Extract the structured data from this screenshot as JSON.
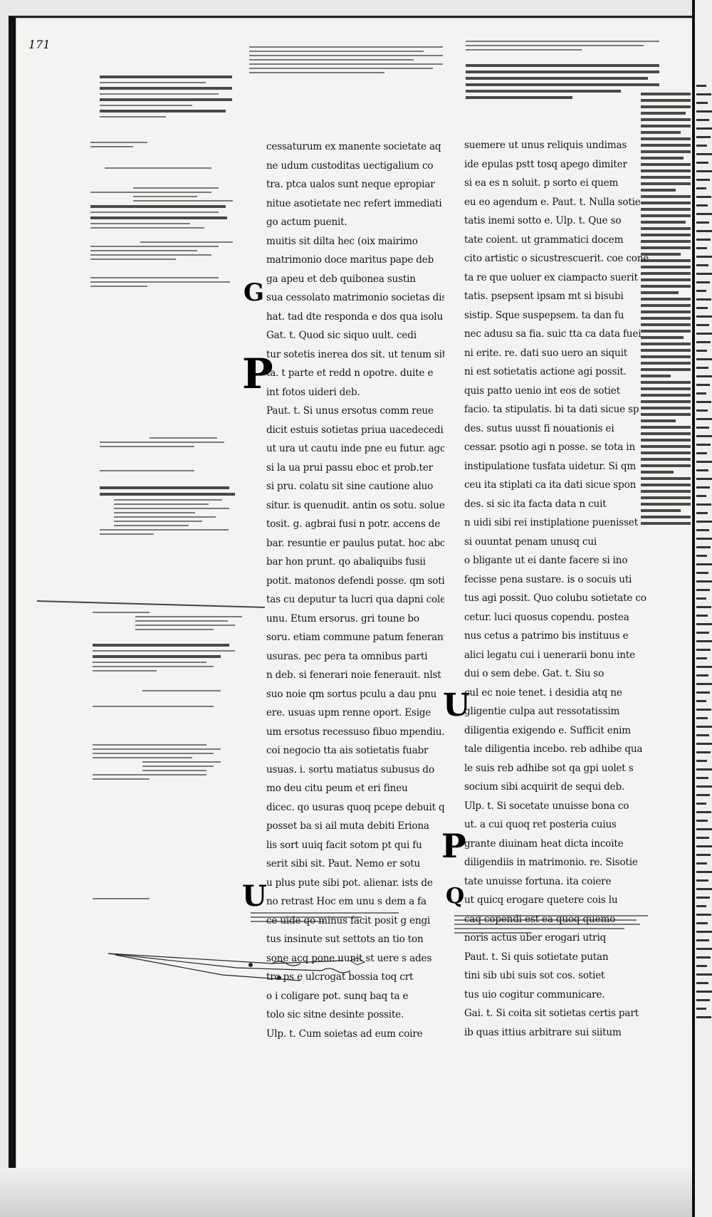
{
  "folio": "171",
  "columns": {
    "left": [
      "cessaturum ex manente societate aq pro",
      "ne udum custoditas uectigalium co",
      "tra. ptca ualos sunt neque epropiar",
      "nitue asotietate nec refert immediati",
      "go actum puenit.",
      "muitis sit dilta hec (oix mairimo",
      "matrimonio doce maritus pape deb",
      "ga apeu et deb quibonea sustin",
      "sua cessolato matrimonio societas distra",
      "hat. tad dte responda e dos qua isolu",
      "Gat. t. Quod sic siquo uult. cedi",
      "tur sotetis inerea dos sit. ut tenum sit",
      "ta. t parte et redd n opotre. duite e",
      "int fotos uideri deb.",
      "Paut. t. Si unus ersotus comm reue",
      "dicit estuis sotietas priua uacedecedi",
      "ut ura ut cautu inde pne eu futur. ago",
      "si la ua prui passu eboc et prob.ter",
      "si pru. colatu sit sine cautione aluo",
      "situr. is quenudit. antin os sotu. solue",
      "tosit. g. agbrai fusi n potr. accens de",
      "bar. resuntie er paulus putat. hoc abo",
      "bar hon prunt. qo abaliquibs fusii",
      "potit. matonos defendi posse. qm sotie",
      "tas cu deputur ta lucri qua dapni cole",
      "unu. Etum ersorus. gri toune bo",
      "soru. etiam commune patum fenerant.",
      "usuras. pec pera ta omnibus parti",
      "n deb. si fenerari noie fenerauit. nlst",
      "suo noie qm sortus pculu a dau pnu",
      "ere. usuas upm renne oport. Esige",
      "um ersotus recessuso fibuo mpendiu.",
      "coi negocio tta ais sotietatis fuabr",
      "usuas. i. sortu matiatus subusus do",
      "mo deu citu peum et eri fineu",
      "dicec. qo usuras quoq pcepe debuit qs",
      "posset ba si ail muta debiti Eriona",
      "lis sort uuiq facit sotom pt qui fu",
      "serit sibi sit. Paut. Nemo er sotu",
      "u plus pute sibi pot. alienar. ists de",
      "no retrast Hoc em unu s dem a fa",
      "ce uide qo minus facit posit g engi",
      "tus insinute sut settots an tio ton",
      "sone acq pone uunit st uere s ades",
      "tro ps e ulcrogat bossia toq crt",
      "o i coligare pot. sunq baq ta e",
      "tolo sic sitne desinte possite.",
      "Ulp. t. Cum soietas ad eum coire"
    ],
    "right": [
      "suemere ut unus reliquis undimas",
      "ide epulas pstt tosq apego dimiter",
      "si ea es n soluit. p sorto ei quem",
      "eu eo agendum e. Paut. t. Nulla sotie",
      "tatis inemi sotto e. Ulp. t. Que so",
      "tate coient. ut grammatici docem",
      "cito artistic o sicustrescuerit. coe cone",
      "ta re que uoluer ex ciampacto suerit",
      "tatis. psepsent ipsam mt si bisubi",
      "sistip. Sque suspepsem. ta dan fu",
      "nec adusu sa fia. suic tta ca data fuei",
      "ni erite. re. dati suo uero an siquit",
      "ni est sotietatis actione agi possit.",
      "quis patto uenio int eos de sotiet",
      "facio. ta stipulatis. bi ta dati sicue sp",
      "des. sutus uusst fi nouationis ei",
      "cessar. psotio agi n posse. se tota in",
      "instipulatione tusfata uidetur. Si qm",
      "ceu ita stiplati ca ita dati sicue spon",
      "des. si sic ita facta data n cuit",
      "n uidi sibi rei instiplatione puenisset",
      "si ouuntat penam unusq cui",
      "o bligante ut ei dante facere si ino",
      "fecisse pena sustare. is o socuis uti",
      "tus agi possit. Quo colubu sotietate co",
      "cetur. luci quosus copendu. postea",
      "nus cetus a patrimo bis instituus e",
      "alici legatu cui i uenerarii bonu inte",
      "dui o sem debe. Gat. t. Siu so",
      "cul ec noie tenet. i desidia atq ne",
      "gligentie culpa aut ressotatissim",
      "diligentia exigendo e. Sufficit enim",
      "tale diligentia incebo. reb adhibe qua",
      "le suis reb adhibe sot qa gpi uolet s",
      "socium sibi acquirit de sequi deb.",
      "Ulp. t. Si socetate unuisse bona co",
      "ut. a cui quoq ret posteria cuius",
      "grante diuinam heat dicta incoite",
      "diligendiis in matrimonio. re. Sisotie",
      "tate unuisse fortuna. ita coiere",
      "ut quicq erogare quetere cois lu",
      "caq copendi est ea quoq quemo",
      "noris actus uber erogari utriq",
      "Paut. t. Si quis sotietate putan",
      "tini sib ubi suis sot cos. sotiet",
      "tus uio cogitur communicare.",
      "Gai. t. Si coita sit sotietas certis part",
      "ib quas ittius arbitrare sui siitum"
    ]
  },
  "glosses": {
    "top_center": "Societas ex possessione aequali quasi terna...",
    "top_right": "Sicut donat ubi est ita et bi sotuas...",
    "catchword": "Hoc a spento ab videntur sotiedanu"
  }
}
